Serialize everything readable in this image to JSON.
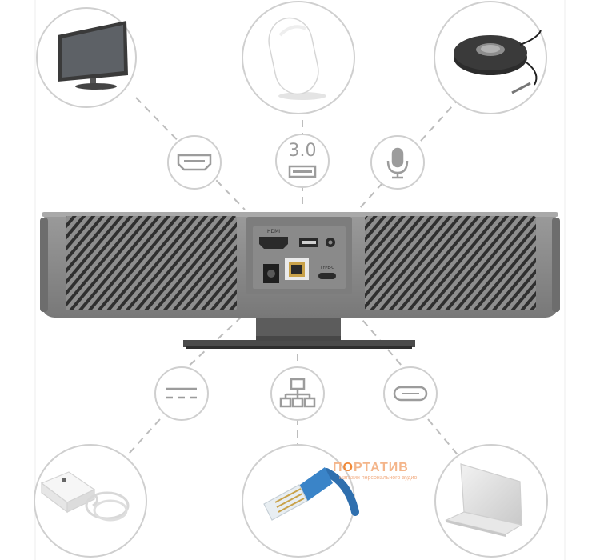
{
  "usb_version_label": "3.0",
  "panel_labels": {
    "hdmi": "HDMI",
    "usb_type_c": "TYPE-C"
  },
  "watermark": {
    "lead": "П",
    "accent": "О",
    "rest": "РТАТИВ",
    "tagline": "магазин персонального аудио"
  },
  "colors": {
    "circle_stroke": "#cfcfcf",
    "connector_line": "#bdbdbd",
    "device_body": "#8c8c8c",
    "device_dark": "#5e5e5e",
    "watermark_accent": "#f08a3a"
  }
}
